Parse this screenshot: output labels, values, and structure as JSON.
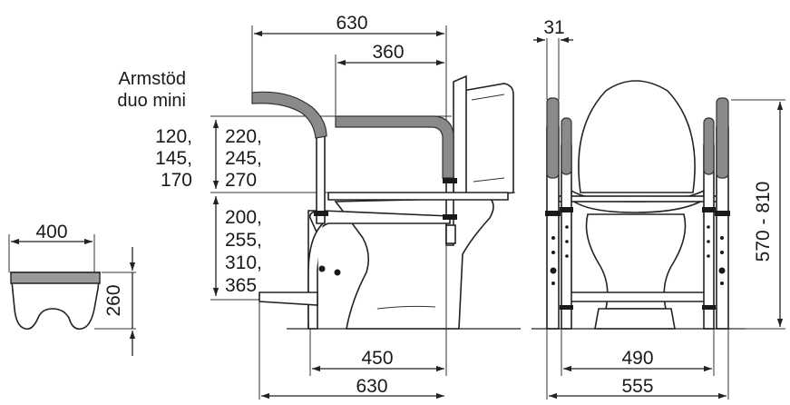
{
  "product_label": {
    "line1": "Armstöd",
    "line2": "duo mini"
  },
  "seat_insert": {
    "width": "400",
    "height": "260"
  },
  "side_view": {
    "total_depth": "630",
    "arm_depth": "360",
    "armrest_heights_mini": [
      "120,",
      "145,",
      "170"
    ],
    "armrest_heights": [
      "220,",
      "245,",
      "270"
    ],
    "seat_heights": [
      "200,",
      "255,",
      "310,",
      "365"
    ],
    "inner_frame_depth": "450",
    "base_depth": "630"
  },
  "front_view": {
    "tube_diameter": "31",
    "height_range": "570 - 810",
    "inner_width": "490",
    "outer_width": "555"
  },
  "colors": {
    "line": "#222222",
    "grip": "#8a8a8a",
    "background": "#ffffff"
  }
}
